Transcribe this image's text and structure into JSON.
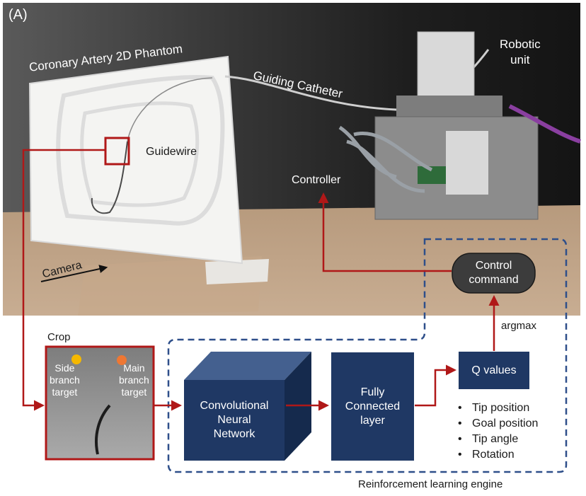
{
  "panel_label": "(A)",
  "photo": {
    "phantom_title": "Coronary Artery 2D Phantom",
    "guiding_catheter": "Guiding Catheter",
    "robotic_unit": "Robotic\nunit",
    "guidewire": "Guidewire",
    "controller": "Controller",
    "camera": "Camera"
  },
  "control_command": "Control\ncommand",
  "argmax": "argmax",
  "crop": {
    "title": "Crop",
    "side_target": "Side\nbranch\ntarget",
    "main_target": "Main\nbranch\ntarget"
  },
  "cnn": "Convolutional\nNeural\nNetwork",
  "fc": "Fully\nConnected\nlayer",
  "q_values": "Q values",
  "state_items": [
    "Tip position",
    "Goal position",
    "Tip angle",
    "Rotation"
  ],
  "rl_engine": "Reinforcement learning engine",
  "colors": {
    "arrow": "#b01818",
    "box_fill": "#1f3864",
    "dashed": "#2e4f8a",
    "side_target_dot": "#f5b800",
    "main_target_dot": "#ee7733"
  }
}
